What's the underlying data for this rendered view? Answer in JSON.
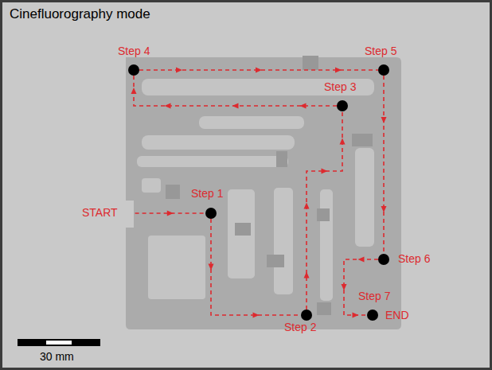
{
  "diagram": {
    "title": "Cinefluorography mode",
    "nodes": [
      {
        "text": [
          "START"
        ]
      },
      {
        "text": [
          "Step 1"
        ]
      },
      {
        "text": [
          "Step 2"
        ]
      },
      {
        "text": [
          "Step 3"
        ]
      },
      {
        "text": [
          "Step 4"
        ]
      },
      {
        "text": [
          "Step 5"
        ]
      },
      {
        "text": [
          "Step 6"
        ]
      },
      {
        "text": [
          "Step 7",
          "END"
        ]
      }
    ],
    "edges": [
      {
        "from": 0,
        "to": 1,
        "arrow": "to"
      },
      {
        "from": 1,
        "to": 2,
        "arrow": "to"
      },
      {
        "from": 2,
        "to": 3,
        "arrow": "to"
      },
      {
        "from": 3,
        "to": 4,
        "arrow": "to"
      },
      {
        "from": 4,
        "to": 5,
        "arrow": "to"
      },
      {
        "from": 5,
        "to": 6,
        "arrow": "to"
      },
      {
        "from": 6,
        "to": 7,
        "arrow": "to"
      }
    ],
    "labels": [
      "30 mm"
    ]
  }
}
